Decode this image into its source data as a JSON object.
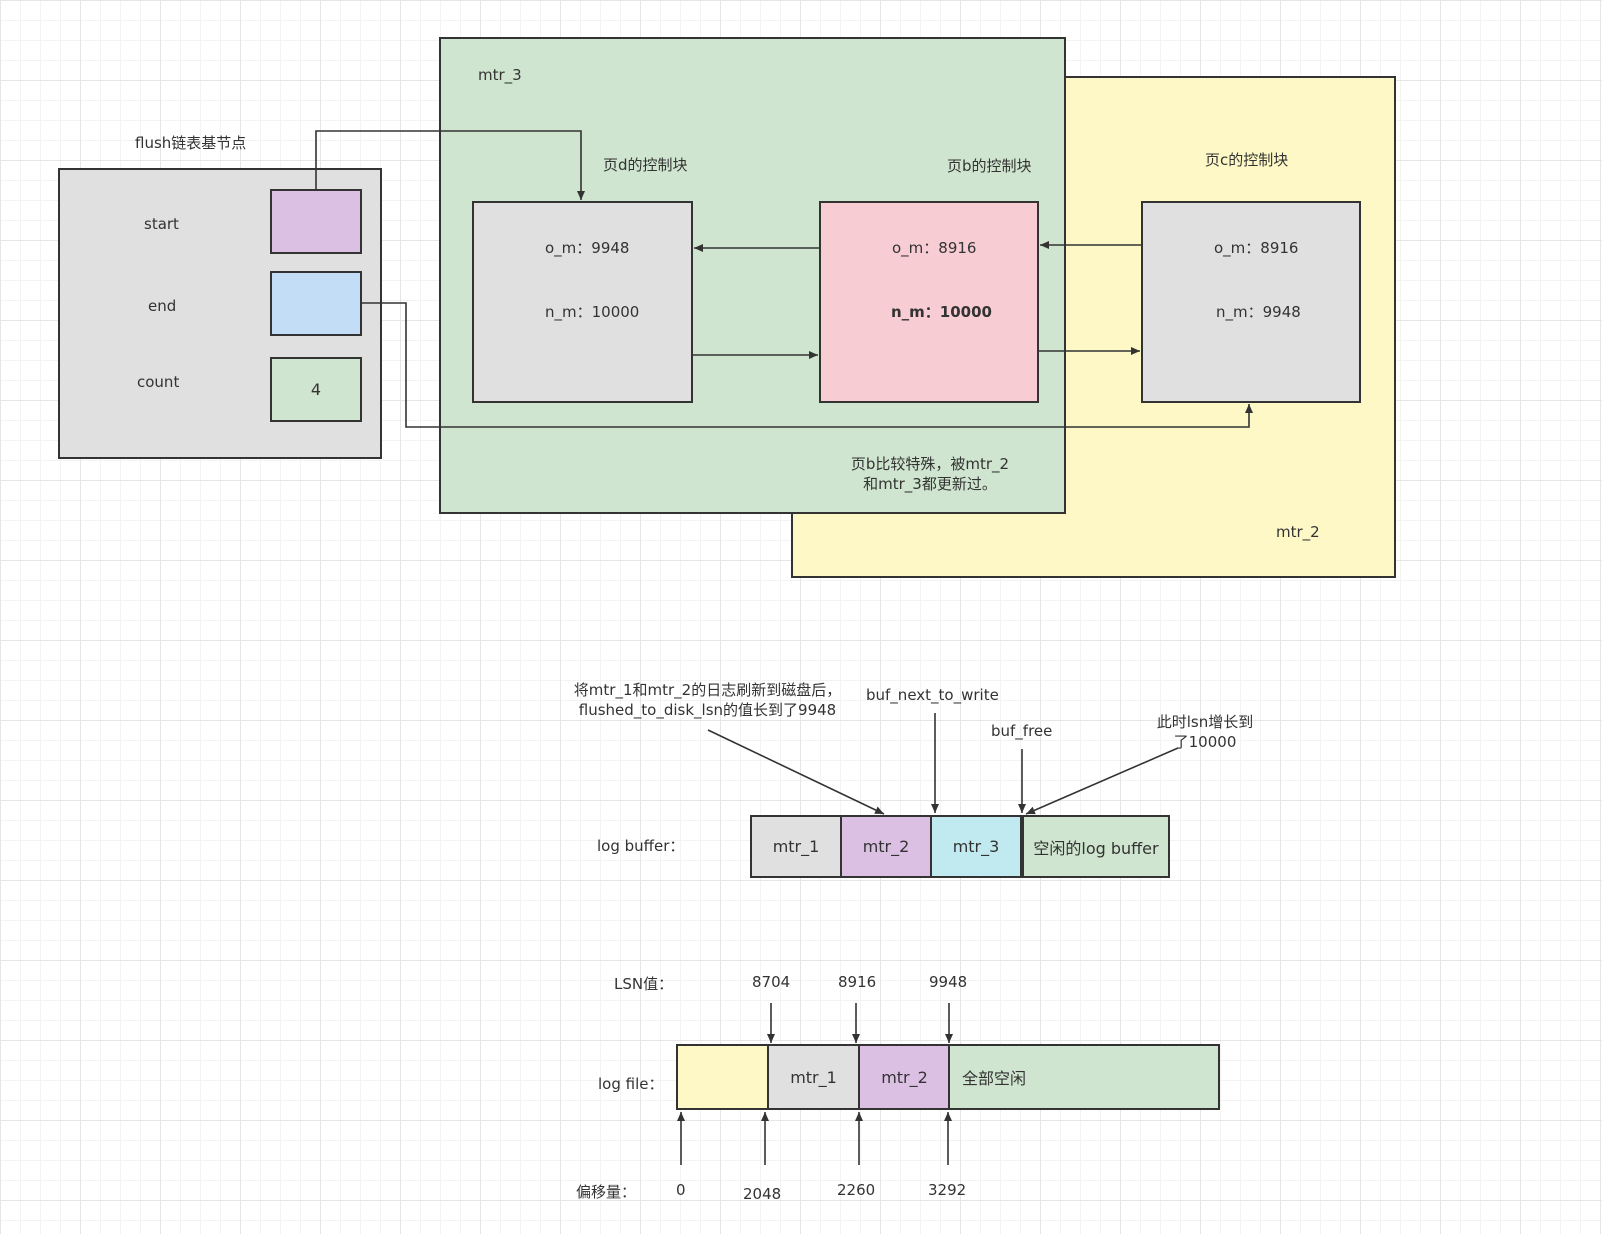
{
  "flush_list": {
    "title": "flush链表基节点",
    "start_label": "start",
    "end_label": "end",
    "count_label": "count",
    "count_value": "4"
  },
  "mtr3": {
    "label": "mtr_3"
  },
  "mtr2": {
    "label": "mtr_2"
  },
  "page_d": {
    "title": "页d的控制块",
    "o_m": "o_m：9948",
    "n_m": "n_m：10000"
  },
  "page_b": {
    "title": "页b的控制块",
    "o_m": "o_m：8916",
    "n_m": "n_m：10000"
  },
  "page_c": {
    "title": "页c的控制块",
    "o_m": "o_m：8916",
    "n_m": "n_m：9948"
  },
  "note_b": {
    "line1": "页b比较特殊，被mtr_2",
    "line2": "和mtr_3都更新过。"
  },
  "log_buffer": {
    "label": "log buffer：",
    "cells": [
      "mtr_1",
      "mtr_2",
      "mtr_3",
      "空闲的log buffer"
    ],
    "note_flushed_line1": "将mtr_1和mtr_2的日志刷新到磁盘后，",
    "note_flushed_line2": "flushed_to_disk_lsn的值长到了9948",
    "buf_next_to_write": "buf_next_to_write",
    "buf_free": "buf_free",
    "note_lsn_line1": "此时lsn增长到",
    "note_lsn_line2": "了10000"
  },
  "log_file": {
    "lsn_label": "LSN值：",
    "lsn_values": [
      "8704",
      "8916",
      "9948"
    ],
    "label": "log file：",
    "cells": [
      "",
      "mtr_1",
      "mtr_2",
      "全部空闲"
    ],
    "offset_label": "偏移量：",
    "offsets": [
      "0",
      "2048",
      "2260",
      "3292"
    ]
  },
  "colors": {
    "green": "#cfe5cf",
    "yellow": "#fdf8c6",
    "gray": "#e0e0e0",
    "pink": "#f8ccd3",
    "purple": "#dcc0e4",
    "blue": "#c3ddf7",
    "cyan": "#c0eaf0"
  }
}
